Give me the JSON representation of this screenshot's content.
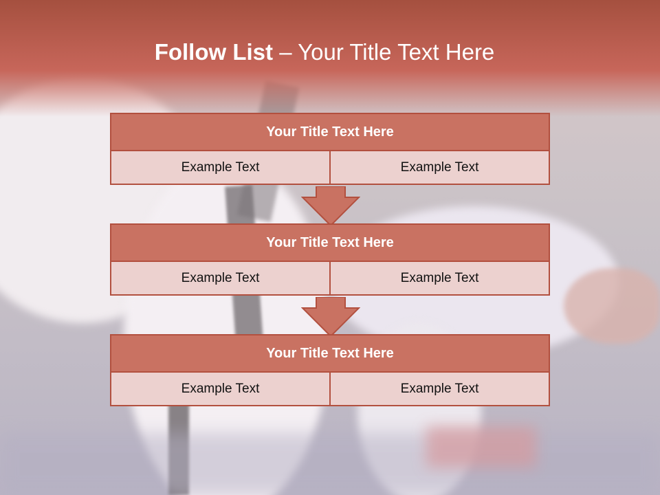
{
  "header": {
    "title_bold": "Follow List",
    "title_rest": " – Your Title Text Here"
  },
  "blocks": [
    {
      "title": "Your Title Text Here",
      "left": "Example Text",
      "right": "Example Text"
    },
    {
      "title": "Your Title Text Here",
      "left": "Example Text",
      "right": "Example Text"
    },
    {
      "title": "Your Title Text Here",
      "left": "Example Text",
      "right": "Example Text"
    }
  ],
  "colors": {
    "accent": "#c97262",
    "border": "#b2503f",
    "cell": "#ecd1cf",
    "header": "#b85a4a"
  },
  "icons": [
    "down-arrow-icon",
    "down-arrow-icon"
  ]
}
